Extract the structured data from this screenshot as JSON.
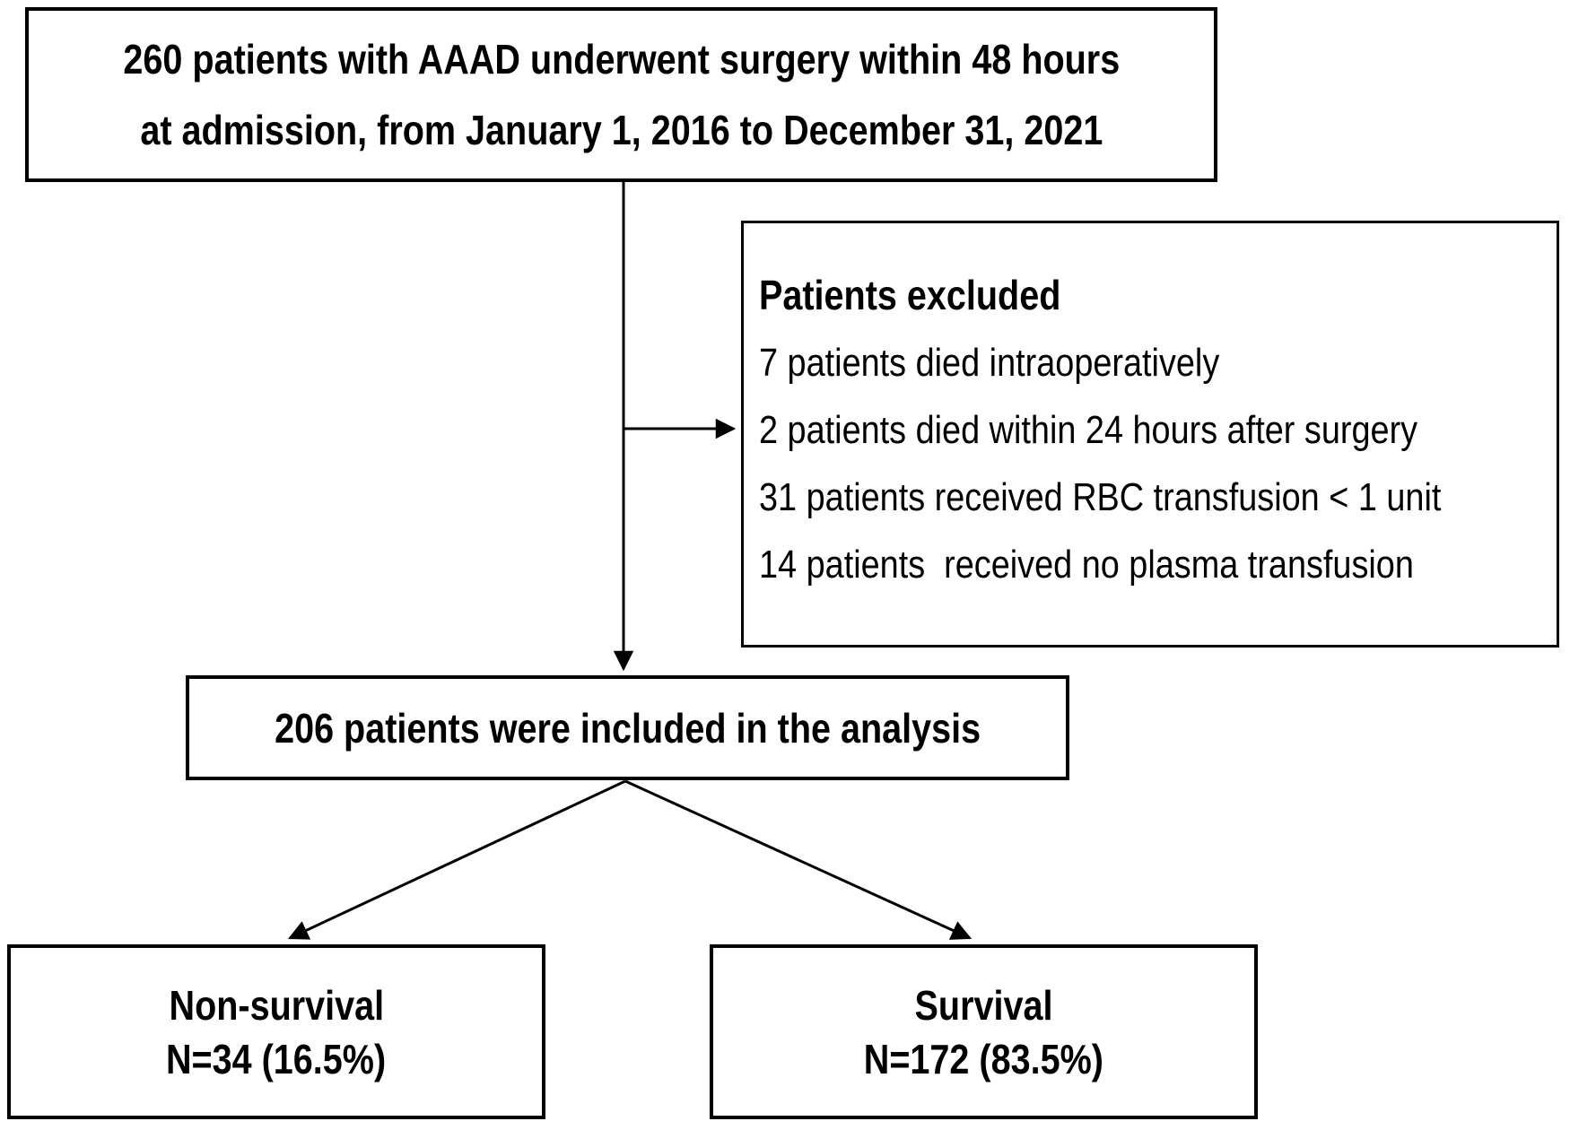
{
  "page": {
    "background_color": "#ffffff",
    "ink_color": "#000000",
    "description": "Patient flow diagram"
  },
  "boxes": {
    "initial": {
      "line1": "260 patients with AAAD underwent surgery within 48 hours",
      "line2": "at admission, from January 1, 2016 to December 31, 2021"
    },
    "excluded": {
      "title": "Patients excluded",
      "items": [
        "7 patients died intraoperatively",
        "2 patients died within 24 hours after surgery",
        "31 patients received RBC transfusion < 1 unit",
        "14 patients  received no plasma transfusion"
      ]
    },
    "included": {
      "text": "206 patients were included in the analysis"
    },
    "nonsurvival": {
      "line1": "Non-survival",
      "line2": "N=34 (16.5%)"
    },
    "survival": {
      "line1": "Survival",
      "line2": "N=172 (83.5%)"
    }
  }
}
